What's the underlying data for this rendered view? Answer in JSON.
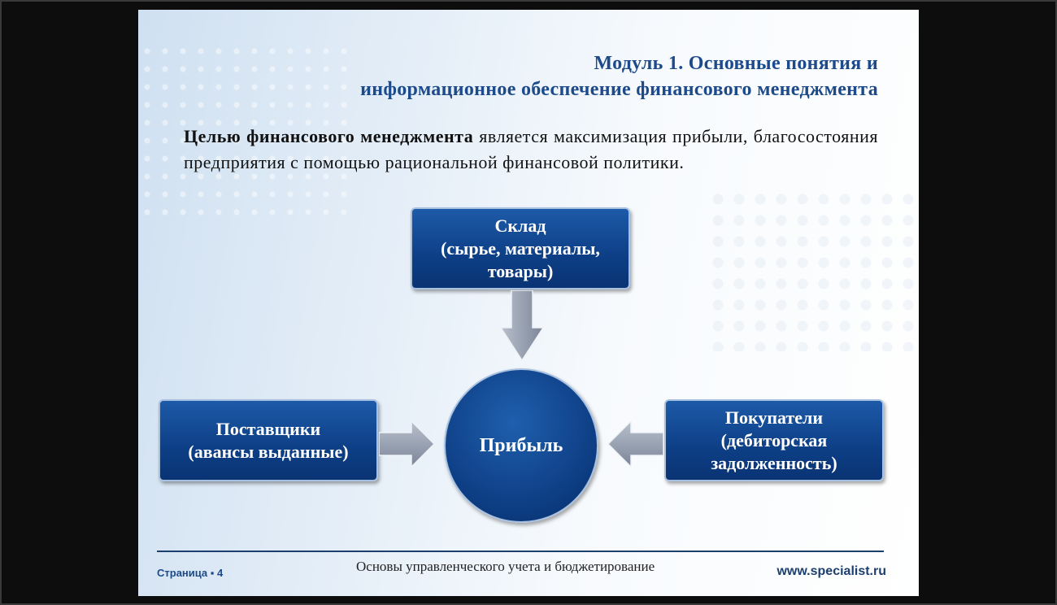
{
  "slide": {
    "title_line1": "Модуль 1. Основные понятия и",
    "title_line2": "информационное обеспечение финансового менеджмента",
    "paragraph_bold": "Целью финансового менеджмента",
    "paragraph_rest": " является максимизация прибыли, благосостояния предприятия с помощью рациональной финансовой политики.",
    "diagram": {
      "top_box": [
        "Склад",
        "(сырье, материалы,",
        "товары)"
      ],
      "left_box": [
        "Поставщики",
        "(авансы выданные)"
      ],
      "right_box": [
        "Покупатели",
        "(дебиторская",
        "задолженность)"
      ],
      "center": "Прибыль"
    },
    "footer": {
      "page": "Страница ▪ 4",
      "course": "Основы управленческого учета и бюджетирование",
      "site": "www.specialist.ru"
    }
  },
  "colors": {
    "box": "#0d3f86",
    "title": "#1c4a8a"
  }
}
